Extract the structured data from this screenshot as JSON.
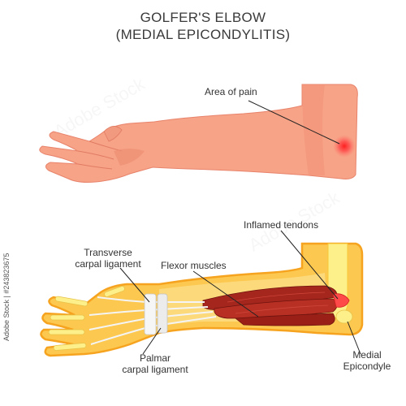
{
  "title_line1": "GOLFER'S ELBOW",
  "title_line2": "(MEDIAL EPICONDYLITIS)",
  "labels": {
    "area_of_pain": "Area of pain",
    "inflamed_tendons": "Inflamed tendons",
    "transverse_line1": "Transverse",
    "transverse_line2": "carpal ligament",
    "flexor_muscles": "Flexor muscles",
    "palmar_line1": "Palmar",
    "palmar_line2": "carpal ligament",
    "medial_line1": "Medial",
    "medial_line2": "Epicondyle"
  },
  "stock_id": "Adobe Stock | #243823675",
  "watermark": "Adobe Stock",
  "colors": {
    "skin": "#f7a387",
    "skin_shadow": "#e8836b",
    "pain": "#ff1f1f",
    "arm_outline": "#f6a31f",
    "arm_fill": "#fcc84f",
    "bone": "#fdf08a",
    "muscle": "#a4261d",
    "tendon": "#f4f4f4",
    "inflamed": "#ff4a4a"
  }
}
